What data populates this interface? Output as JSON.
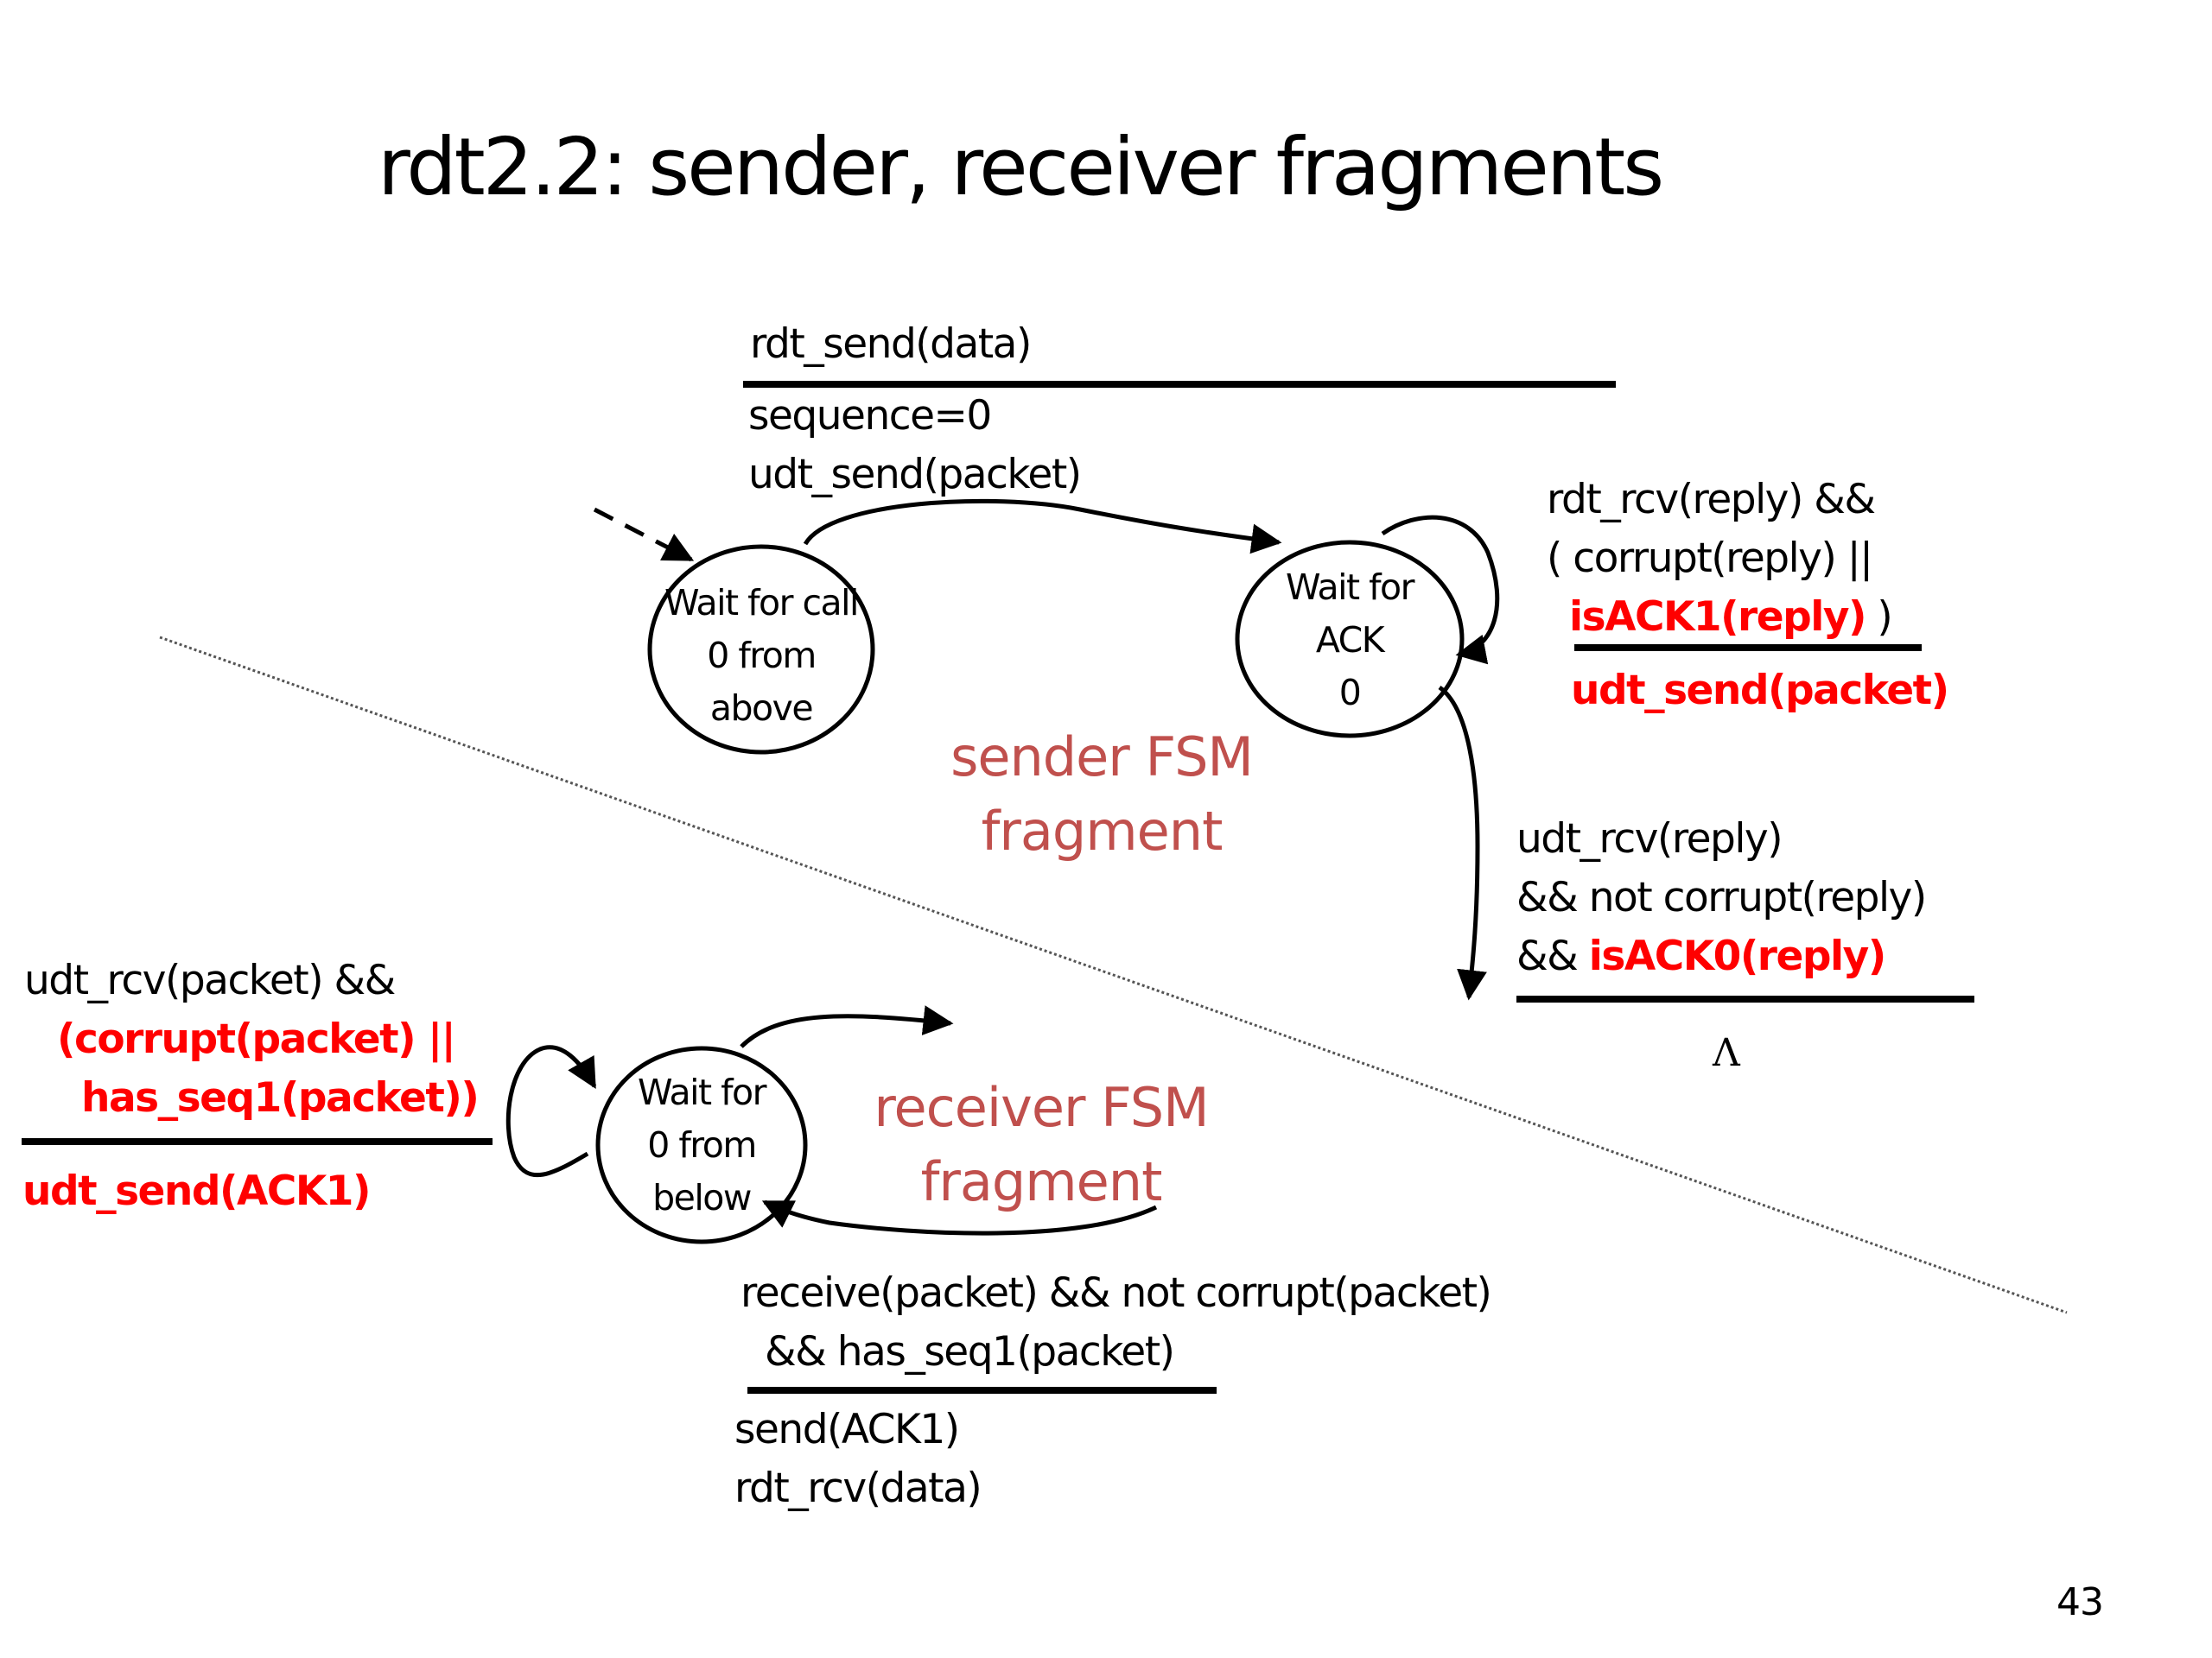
{
  "slide": {
    "title": "rdt2.2: sender, receiver fragments",
    "page_number": "43"
  },
  "colors": {
    "emphasis_red": "#FF0000",
    "fragment_label": "#C0504D",
    "ink": "#000000",
    "divider": "#555555"
  },
  "sender": {
    "fragment_label": [
      "sender FSM",
      "fragment"
    ],
    "states": {
      "wait_call": [
        "Wait for call",
        "0 from",
        "above"
      ],
      "wait_ack": [
        "Wait for",
        "ACK",
        "0"
      ]
    },
    "transition_send": {
      "event": "rdt_send(data)",
      "actions": [
        "sequence=0",
        "udt_send(packet)"
      ]
    },
    "transition_retransmit": {
      "event_line1": "rdt_rcv(reply) &&",
      "event_line2": "( corrupt(reply) ||",
      "event_line3_red": "isACK1(reply)",
      "event_line3_tail": " )",
      "action_red": "udt_send(packet)"
    },
    "transition_ack0": {
      "event_line1": "udt_rcv(reply)",
      "event_line2": "&& not corrupt(reply)",
      "event_line3_prefix": "&& ",
      "event_line3_red": "isACK0(reply)",
      "action": "Λ"
    }
  },
  "receiver": {
    "fragment_label": [
      "receiver FSM",
      "fragment"
    ],
    "states": {
      "wait_below": [
        "Wait for",
        "0 from",
        "below"
      ]
    },
    "transition_self": {
      "event_line1": "udt_rcv(packet) &&",
      "event_line2_red": "(corrupt(packet) ||",
      "event_line3_red": "has_seq1(packet))",
      "action_red": "udt_send(ACK1)"
    },
    "transition_in": {
      "event_line1": "receive(packet) && not corrupt(packet)",
      "event_line2": "&& has_seq1(packet)",
      "actions": [
        "send(ACK1)",
        "rdt_rcv(data)"
      ]
    }
  }
}
